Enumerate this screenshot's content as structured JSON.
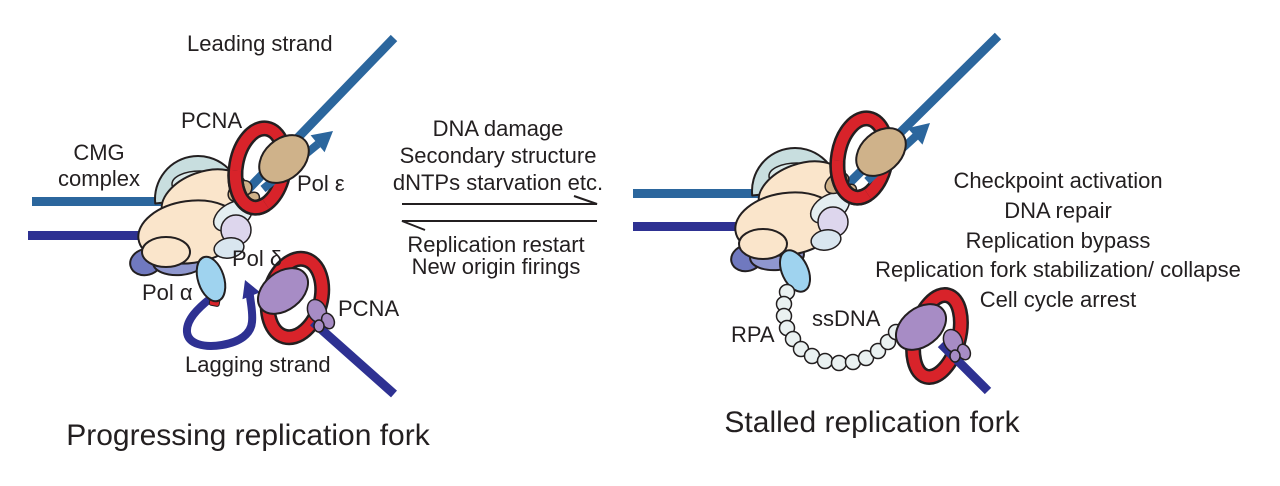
{
  "figure": {
    "type": "diagram",
    "subject": "DNA replication fork states",
    "background": "#ffffff"
  },
  "palette": {
    "steel_blue_strand": "#2B669D",
    "navy_strand": "#2E3192",
    "pcna_red": "#D8232A",
    "cmg_cream": "#FAE5CB",
    "cmg_teal": "#C8DEDF",
    "cmg_teal_light": "#D9E8E8",
    "pale_blue": "#E4EEF1",
    "lavender": "#DDD6ED",
    "ice_blue": "#D9E6EF",
    "slate_blue": "#8F97CE",
    "slate_blue_dark": "#7079BF",
    "sky_blue": "#9FD3EF",
    "pol_purple": "#A78CC5",
    "pol_tan": "#CFB28A",
    "rpa_bead": "#EAF1F1",
    "ink": "#231F20"
  },
  "left_panel": {
    "caption": "Progressing replication fork",
    "labels": {
      "leading_strand": "Leading strand",
      "pcna_top": "PCNA",
      "cmg_line1": "CMG",
      "cmg_line2": "complex",
      "pol_epsilon": "Pol ε",
      "pol_delta": "Pol δ",
      "pol_alpha": "Pol α",
      "pcna_bottom": "PCNA",
      "lagging_strand": "Lagging strand"
    }
  },
  "center": {
    "forward_causes": [
      "DNA damage",
      "Secondary structure",
      "dNTPs starvation etc."
    ],
    "reverse_causes": [
      "Replication restart",
      "New origin firings"
    ]
  },
  "right_panel": {
    "caption": "Stalled replication fork",
    "labels": {
      "rpa": "RPA",
      "ssdna": "ssDNA"
    },
    "responses": [
      "Checkpoint activation",
      "DNA repair",
      "Replication bypass",
      "Replication fork stabilization/ collapse",
      "Cell cycle arrest"
    ]
  }
}
